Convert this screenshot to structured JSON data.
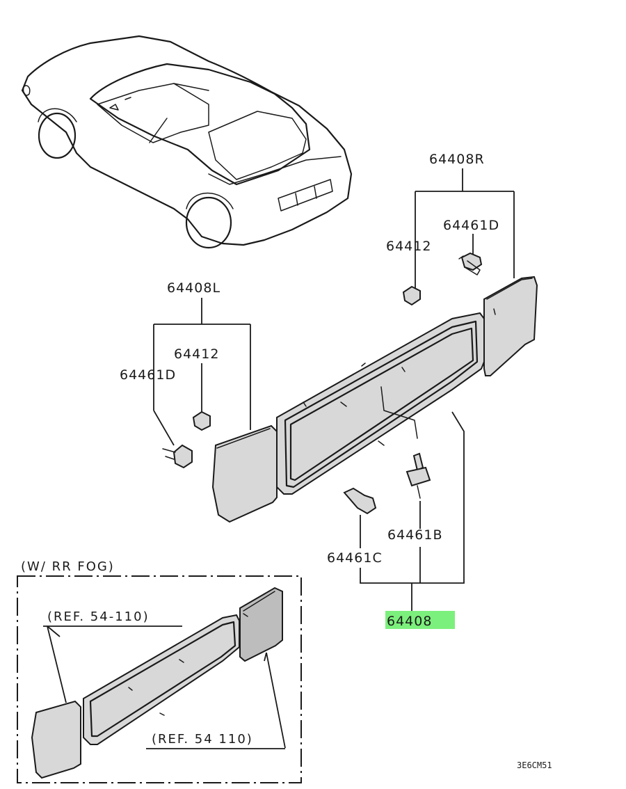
{
  "labels": {
    "p64408r": "64408R",
    "p64461d_right": "64461D",
    "p64412_right": "64412",
    "p64408l": "64408L",
    "p64412_left": "64412",
    "p64461d_left": "64461D",
    "p64461b": "64461B",
    "p64461c": "64461C",
    "p64408": "64408",
    "variant_title": "(W/  RR  FOG)",
    "ref_top": "(REF. 54-110)",
    "ref_bottom": "(REF. 54  110)",
    "diagram_code": "3E6CM51"
  },
  "colors": {
    "highlight": "#7cf07c",
    "line": "#1a1a1a",
    "shade": "#d8d8d8"
  }
}
